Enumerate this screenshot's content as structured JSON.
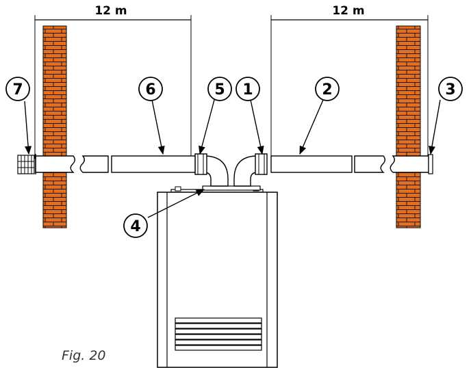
{
  "dimensions": {
    "left": "12 m",
    "right": "12 m"
  },
  "callouts": [
    "1",
    "2",
    "3",
    "4",
    "5",
    "6",
    "7"
  ],
  "caption": "Fig. 20",
  "colors": {
    "brick": "#e36f1e",
    "mortar": "#1a1a1a",
    "line": "#000000"
  }
}
